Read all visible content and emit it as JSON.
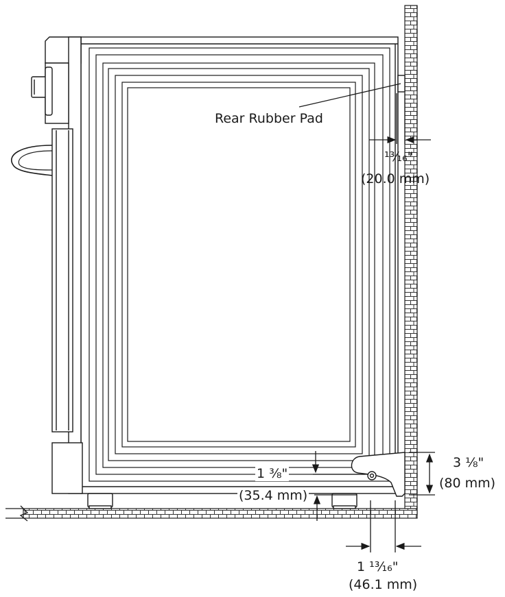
{
  "diagram": {
    "rear_pad_label": "Rear Rubber Pad",
    "rear_gap_fraction": "¹³⁄₁₆\"",
    "rear_gap_mm": "(20.0 mm)",
    "bracket_height_fraction": "3 ⅛\"",
    "bracket_height_mm": "(80 mm)",
    "leg_clearance_fraction": "1 ⅜\"",
    "leg_clearance_mm": "(35.4 mm)",
    "bracket_depth_fraction": "1 ¹³⁄₁₆\"",
    "bracket_depth_mm": "(46.1 mm)"
  },
  "colors": {
    "line": "#1a1a1a",
    "wall": "#1a1a1a",
    "background": "#ffffff"
  }
}
